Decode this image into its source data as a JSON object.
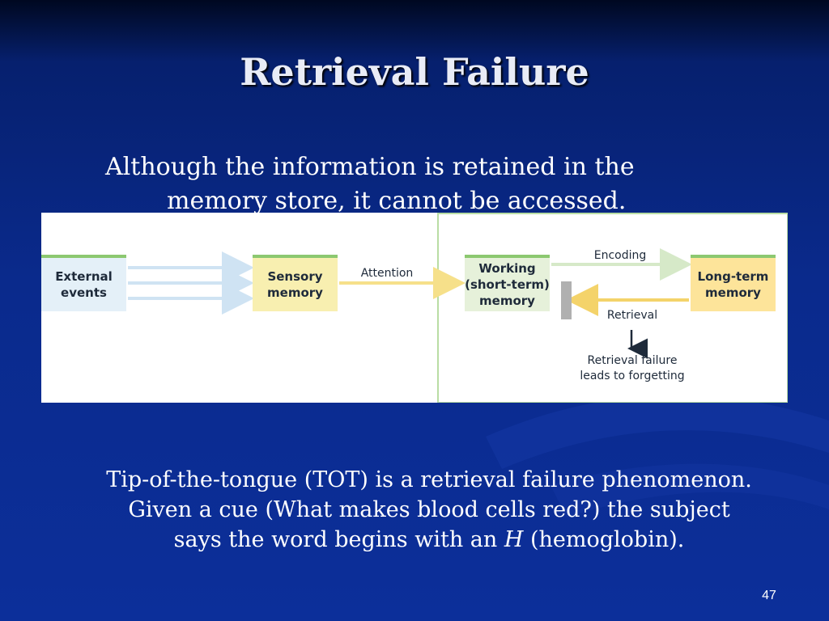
{
  "slide": {
    "title": "Retrieval Failure",
    "intro": "Although the information is retained in the memory store, it cannot be accessed.",
    "tot_part1": "Tip-of-the-tongue (TOT) is a retrieval failure phenomenon. Given a cue (What makes blood cells red?) the subject says the word begins with an ",
    "tot_emphasis": "H",
    "tot_part2": " (hemoglobin).",
    "slide_number": "47"
  },
  "diagram": {
    "external_line1": "External",
    "external_line2": "events",
    "sensory_line1": "Sensory",
    "sensory_line2": "memory",
    "attention": "Attention",
    "working_line1": "Working",
    "working_line2": "(short-term)",
    "working_line3": "memory",
    "encoding": "Encoding",
    "longterm_line1": "Long-term",
    "longterm_line2": "memory",
    "retrieval": "Retrieval",
    "failure_line1": "Retrieval failure",
    "failure_line2": "leads to forgetting"
  },
  "colors": {
    "background": "#0a2a8c",
    "box_accent_green": "#8cc870",
    "external_fill": "#e4f0f8",
    "sensory_fill": "#f8efb0",
    "working_fill": "#e6f1da",
    "longterm_fill": "#fde49a",
    "block_gray": "#b0b0b0"
  }
}
